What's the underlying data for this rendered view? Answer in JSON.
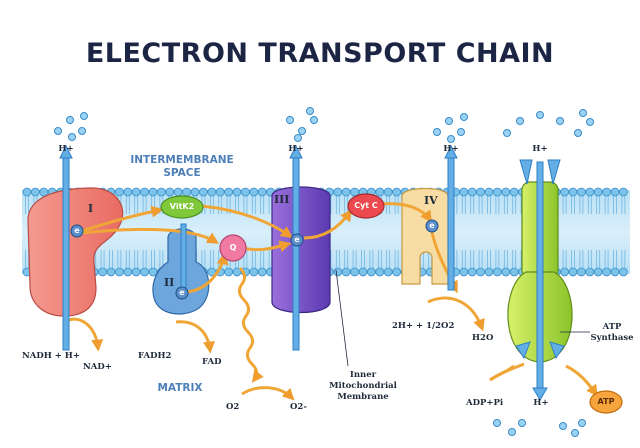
{
  "title": "ELECTRON TRANSPORT CHAIN",
  "regions": {
    "intermembrane": "INTERMEMBRANE SPACE",
    "matrix": "MATRIX"
  },
  "membrane_label": "Inner Mitochondrial Membrane",
  "complexes": {
    "c1": "I",
    "c2": "II",
    "c3": "III",
    "c4": "IV",
    "vitk2": "VitK2",
    "q": "Q",
    "cytc": "Cyt C",
    "atp_synthase": "ATP Synthase"
  },
  "electron": "e",
  "proton_label": "H+",
  "reactions": {
    "nadh": "NADH + H+",
    "nad": "NAD+",
    "fadh2": "FADH2",
    "fad": "FAD",
    "o2": "O2",
    "o2_minus": "O2-",
    "h_o2": "2H+ + 1/2O2",
    "h2o": "H2O",
    "adp": "ADP+Pi",
    "atp": "ATP"
  },
  "colors": {
    "title": "#1d2545",
    "membrane_bead": "#7cc3ea",
    "complex1": "#f2857b",
    "complex2": "#6da6dc",
    "complex3": "#7d52c8",
    "complex4": "#f7dda3",
    "vitk2": "#7ec83a",
    "q": "#f07aa2",
    "cytc": "#ec4a4f",
    "atp_synthase": "#a6d630",
    "proton_arrow": "#2e7fc7",
    "electron_arrow": "#f0a636"
  }
}
